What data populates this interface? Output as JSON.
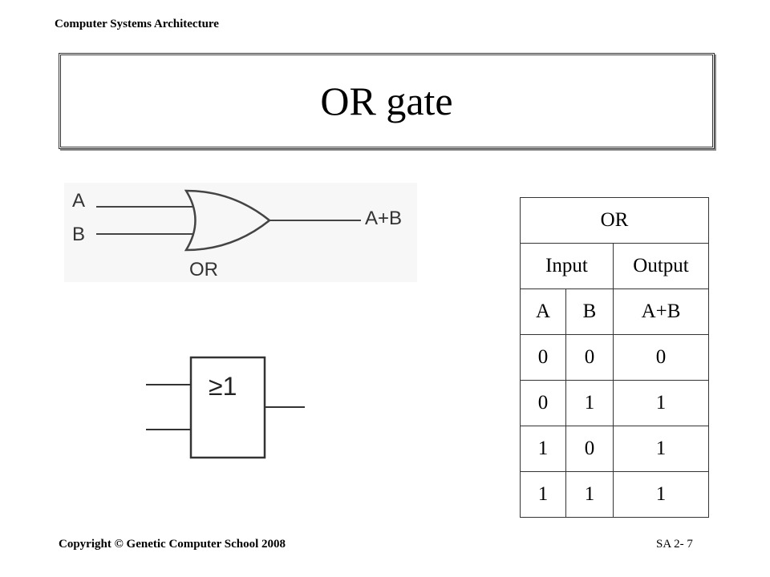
{
  "header": {
    "course": "Computer Systems Architecture"
  },
  "slide": {
    "title": "OR gate"
  },
  "diagram_ansi": {
    "input_a": "A",
    "input_b": "B",
    "output": "A+B",
    "gate_label": "OR"
  },
  "diagram_iec": {
    "symbol": "≥1"
  },
  "truth_table": {
    "title": "OR",
    "group_headers": {
      "input": "Input",
      "output": "Output"
    },
    "columns": [
      "A",
      "B",
      "A+B"
    ],
    "rows": [
      [
        "0",
        "0",
        "0"
      ],
      [
        "0",
        "1",
        "1"
      ],
      [
        "1",
        "0",
        "1"
      ],
      [
        "1",
        "1",
        "1"
      ]
    ]
  },
  "footer": {
    "copyright": "Copyright © Genetic Computer School 2008",
    "slide_number": "SA 2- 7"
  }
}
